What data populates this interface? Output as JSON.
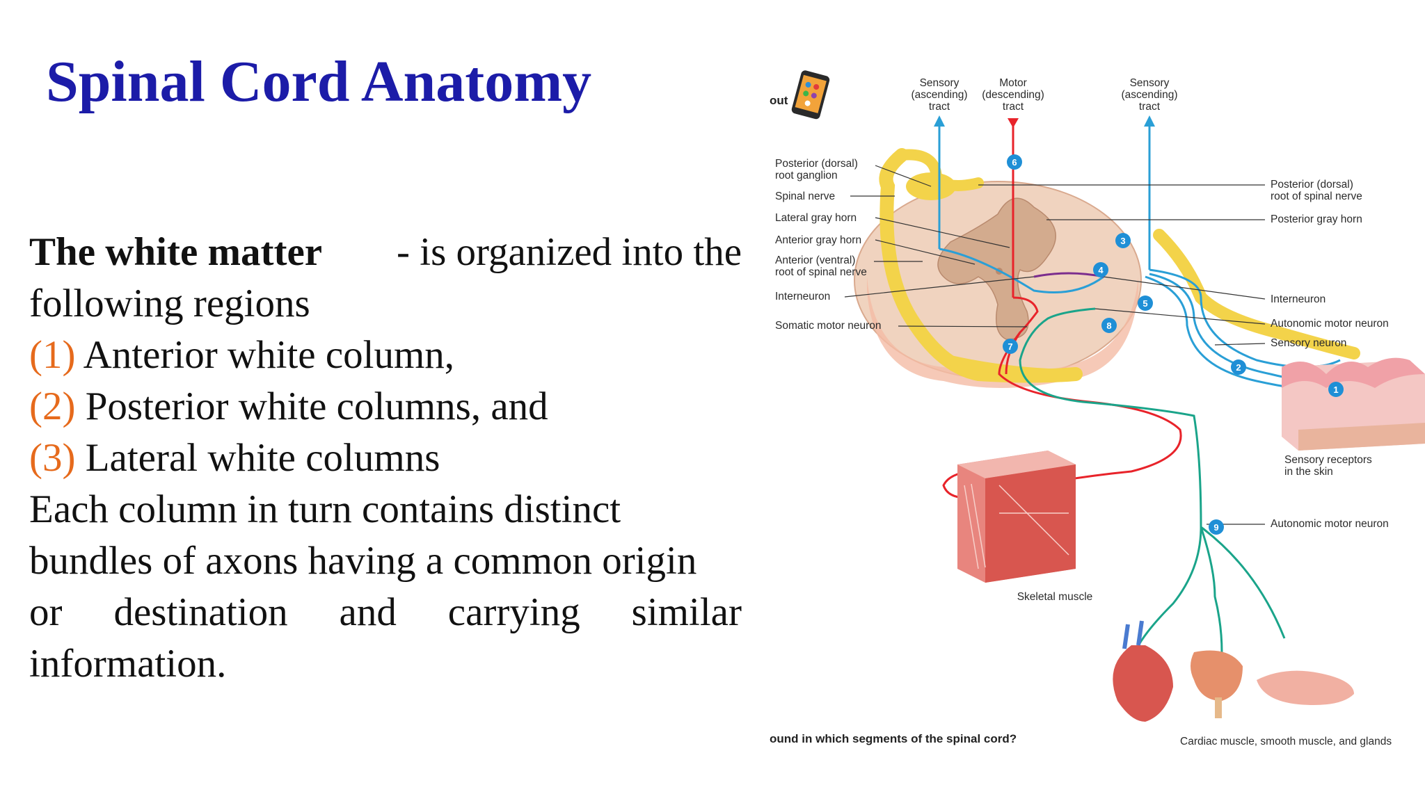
{
  "title": "Spinal Cord Anatomy",
  "body": {
    "lead_bold": "The white matter",
    "lead_rest_1": "- is organized into the",
    "lead_rest_2": "following regions",
    "items": [
      {
        "num": "(1)",
        "text": "Anterior white column,"
      },
      {
        "num": "(2)",
        "text": "Posterior  white columns, and"
      },
      {
        "num": "(3)",
        "text": "Lateral white columns"
      }
    ],
    "para_line1": "Each column in turn contains distinct",
    "para_line2": "bundles of axons having a common origin",
    "para_line3_words": [
      "or",
      "destination",
      "and",
      "carrying",
      "similar"
    ],
    "para_line4": "information."
  },
  "figure": {
    "top_labels": {
      "sensory_left": [
        "Sensory",
        "(ascending)",
        "tract"
      ],
      "motor": [
        "Motor",
        "(descending)",
        "tract"
      ],
      "sensory_right": [
        "Sensory",
        "(ascending)",
        "tract"
      ]
    },
    "left_labels": {
      "posterior_ganglion": [
        "Posterior (dorsal)",
        "root ganglion"
      ],
      "spinal_nerve": "Spinal nerve",
      "lateral_gray_horn": "Lateral gray horn",
      "anterior_gray_horn": "Anterior gray horn",
      "anterior_root": [
        "Anterior (ventral)",
        "root of spinal nerve"
      ],
      "interneuron": "Interneuron",
      "somatic_motor_neuron": "Somatic motor neuron"
    },
    "right_labels": {
      "posterior_root": [
        "Posterior (dorsal)",
        "root of spinal nerve"
      ],
      "posterior_gray_horn": "Posterior gray horn",
      "interneuron": "Interneuron",
      "autonomic_motor_neuron": "Autonomic motor neuron",
      "sensory_neuron": "Sensory neuron",
      "sensory_receptors": [
        "Sensory receptors",
        "in the skin"
      ],
      "autonomic_motor_neuron_2": "Autonomic motor neuron"
    },
    "skeletal_muscle": "Skeletal muscle",
    "cardiac": "Cardiac muscle, smooth muscle, and glands",
    "fragment_top": "out",
    "fragment_bottom": "ound in which segments of the spinal cord?",
    "badges": [
      "1",
      "2",
      "3",
      "4",
      "5",
      "6",
      "7",
      "8",
      "9"
    ],
    "colors": {
      "sensory": "#2a9fd6",
      "motor": "#e8232a",
      "autonomic": "#1aa48a",
      "interneuron": "#7b2d8e",
      "nerve": "#f3d34a",
      "white_matter": "#f2dcc4",
      "gray_matter": "#d3ab8e"
    },
    "icons": [
      "phone-icon"
    ]
  }
}
